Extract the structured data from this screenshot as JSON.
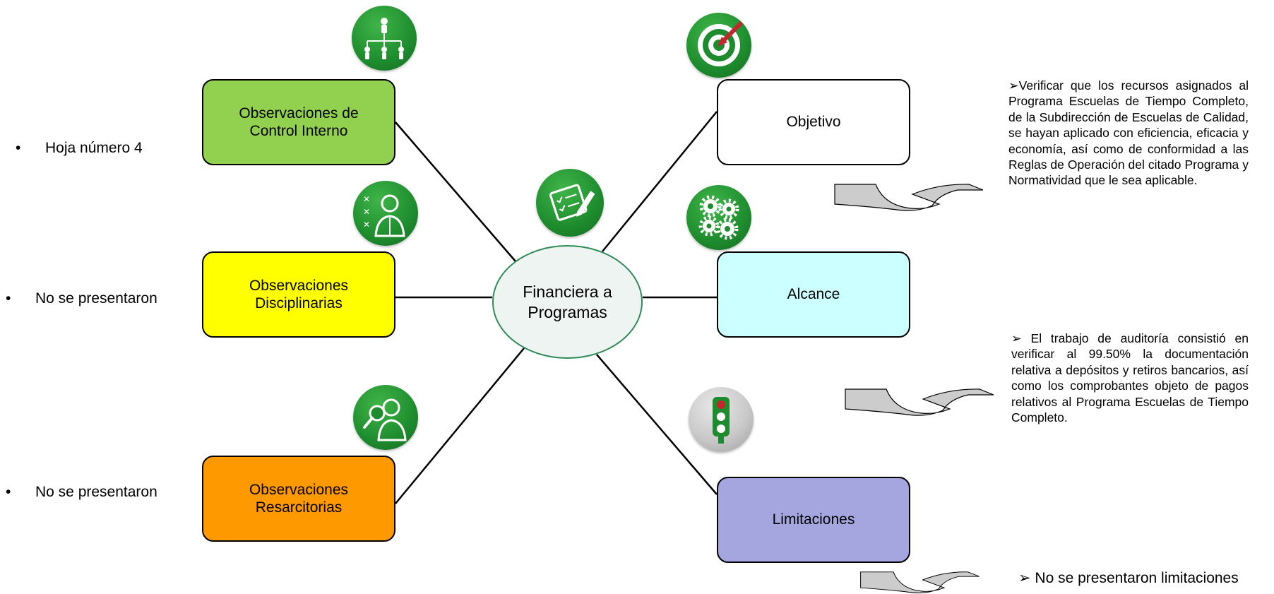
{
  "center": {
    "label_line1": "Financiera a",
    "label_line2": "Programas"
  },
  "left_nodes": [
    {
      "line1": "Observaciones de",
      "line2": "Control Interno",
      "color": "#92d050",
      "note": "Hoja número 4",
      "icon": "org-chart-icon"
    },
    {
      "line1": "Observaciones",
      "line2": "Disciplinarias",
      "color": "#ffff00",
      "note": "No se presentaron",
      "icon": "person-checklist-icon"
    },
    {
      "line1": "Observaciones",
      "line2": "Resarcitorias",
      "color": "#ff9900",
      "note": "No se presentaron",
      "icon": "person-magnifier-icon"
    }
  ],
  "right_nodes": [
    {
      "label": "Objetivo",
      "color": "#ffffff",
      "icon": "target-icon"
    },
    {
      "label": "Alcance",
      "color": "#ccffff",
      "icon": "gears-icon"
    },
    {
      "label": "Limitaciones",
      "color": "#a5a5e0",
      "icon": "traffic-light-icon"
    }
  ],
  "center_icon": "checklist-pen-icon",
  "descriptions": {
    "objetivo": "➢Verificar que los recursos asignados al Programa Escuelas de Tiempo Completo, de la Subdirección de Escuelas de Calidad, se hayan aplicado con eficiencia, eficacia y economía, así como de conformidad a las Reglas de Operación del citado Programa y Normatividad que le sea aplicable.",
    "alcance": "➢ El trabajo de auditoría consistió en verificar al 99.50% la documentación relativa a depósitos y retiros bancarios, así como los comprobantes objeto de pagos relativos al Programa Escuelas de Tiempo Completo.",
    "limitaciones": "➢ No se presentaron limitaciones"
  },
  "bullet_symbol": "•"
}
